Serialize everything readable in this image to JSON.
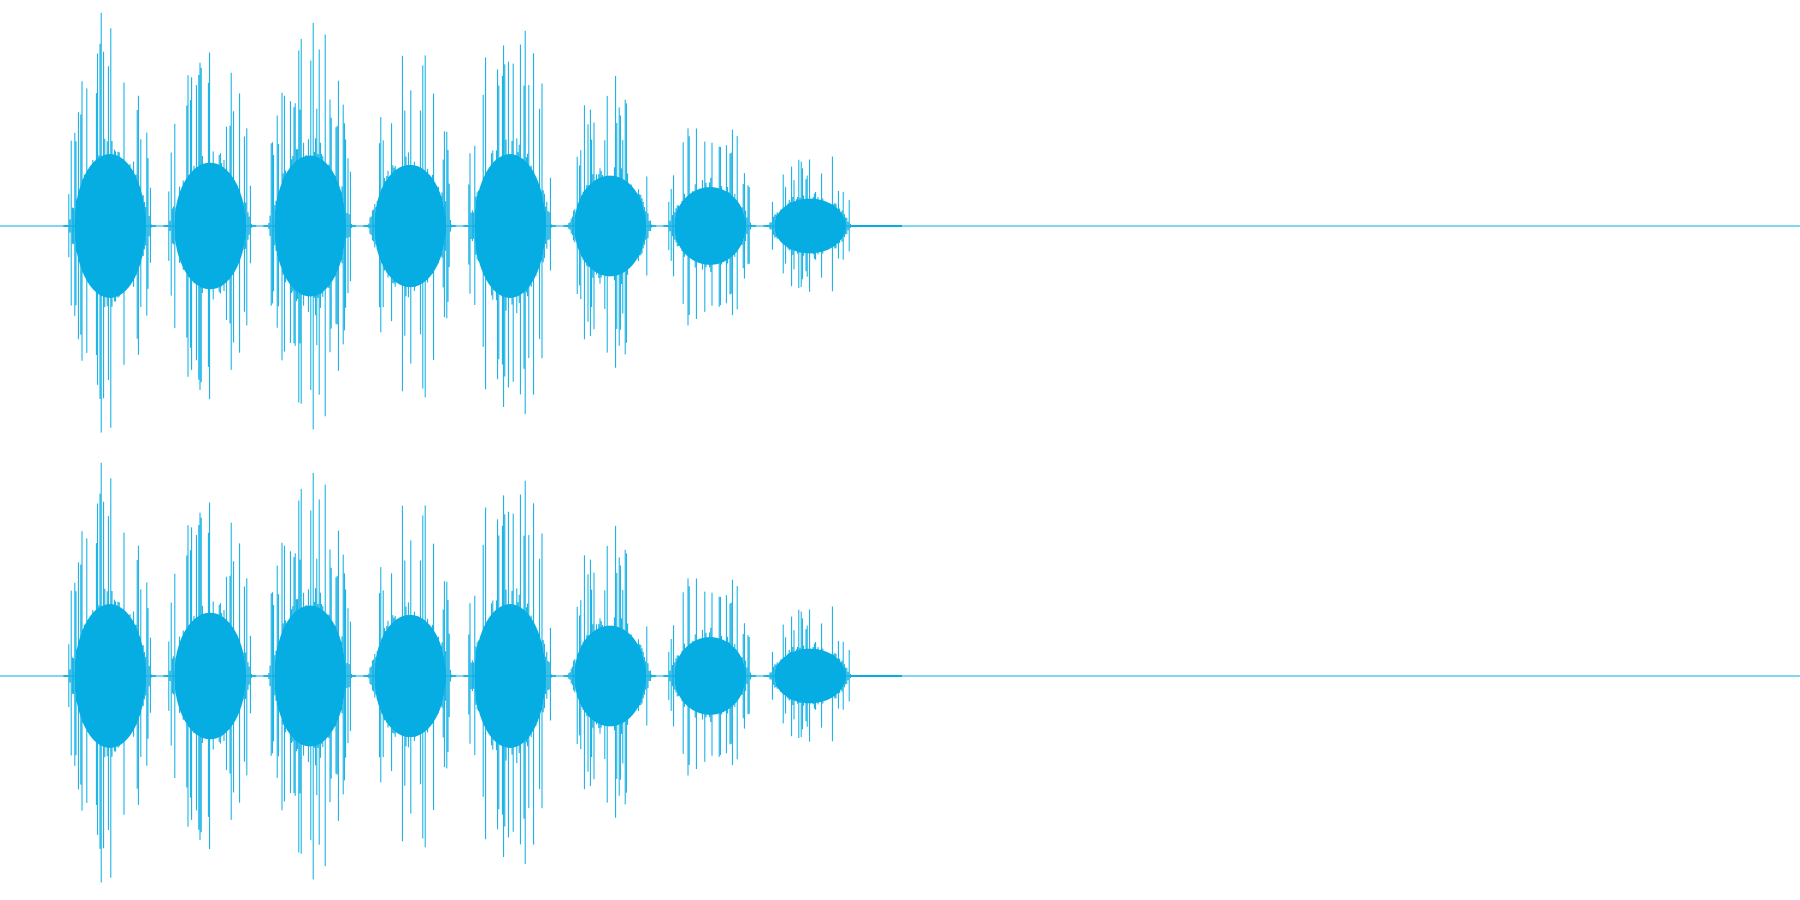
{
  "waveform": {
    "wave_color": "#06ade3",
    "background_color": "#ffffff",
    "channel_count": 2,
    "duration_fraction_active": 0.43,
    "bursts": [
      {
        "index": 1,
        "amplitude": 1.0,
        "decay": 1.0
      },
      {
        "index": 2,
        "amplitude": 0.88,
        "decay": 1.0
      },
      {
        "index": 3,
        "amplitude": 0.98,
        "decay": 1.0
      },
      {
        "index": 4,
        "amplitude": 0.85,
        "decay": 1.0
      },
      {
        "index": 5,
        "amplitude": 1.0,
        "decay": 1.0
      },
      {
        "index": 6,
        "amplitude": 0.7,
        "decay": 1.0
      },
      {
        "index": 7,
        "amplitude": 0.54,
        "decay": 1.0
      },
      {
        "index": 8,
        "amplitude": 0.38,
        "decay": 1.0
      }
    ]
  }
}
